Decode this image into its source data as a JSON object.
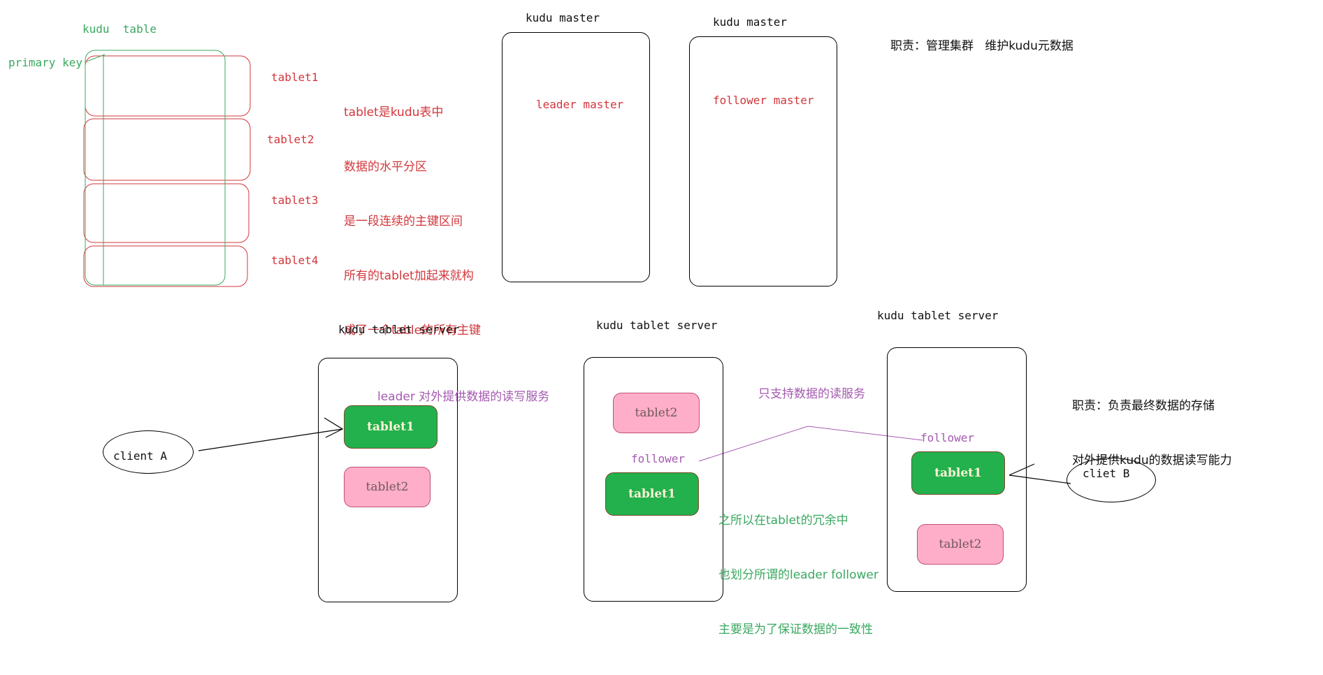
{
  "colors": {
    "green": "#3aa860",
    "red": "#d2373c",
    "purple": "#a45ab0",
    "black": "#111111",
    "tablet_green": "#22b14c",
    "tablet_pink": "#ffaec9"
  },
  "table_section": {
    "title": "kudu  table",
    "primary_key_label": "primary key",
    "tablets": [
      "tablet1",
      "tablet2",
      "tablet3",
      "tablet4"
    ],
    "note_lines": [
      "tablet是kudu表中",
      "数据的水平分区",
      "是一段连续的主键区间",
      "所有的tablet加起来就构",
      "成了一个table的所有主键"
    ]
  },
  "masters": {
    "leader": {
      "title": "kudu master",
      "label": "leader master"
    },
    "follower": {
      "title": "kudu master",
      "label": "follower master"
    },
    "duty": "职责：管理集群   维护kudu元数据"
  },
  "tablet_servers": {
    "server1": {
      "title": "kudu tablet server",
      "tablet_a": "tablet1",
      "tablet_b": "tablet2"
    },
    "server2": {
      "title": "kudu tablet server",
      "tablet_a": "tablet2",
      "tablet_b": "tablet1"
    },
    "server3": {
      "title": "kudu tablet server",
      "tablet_a": "tablet1",
      "tablet_b": "tablet2"
    },
    "duty_lines": [
      "职责：负责最终数据的存储",
      "对外提供kudu的数据读写能力"
    ]
  },
  "annotations": {
    "leader_service": "leader 对外提供数据的读写服务",
    "read_only_service": "只支持数据的读服务",
    "follower_a": "follower",
    "follower_b": "follower",
    "redundancy_lines": [
      "之所以在tablet的冗余中",
      "也划分所谓的leader follower",
      "主要是为了保证数据的一致性"
    ]
  },
  "clients": {
    "a": "client A",
    "b": "cliet B"
  }
}
